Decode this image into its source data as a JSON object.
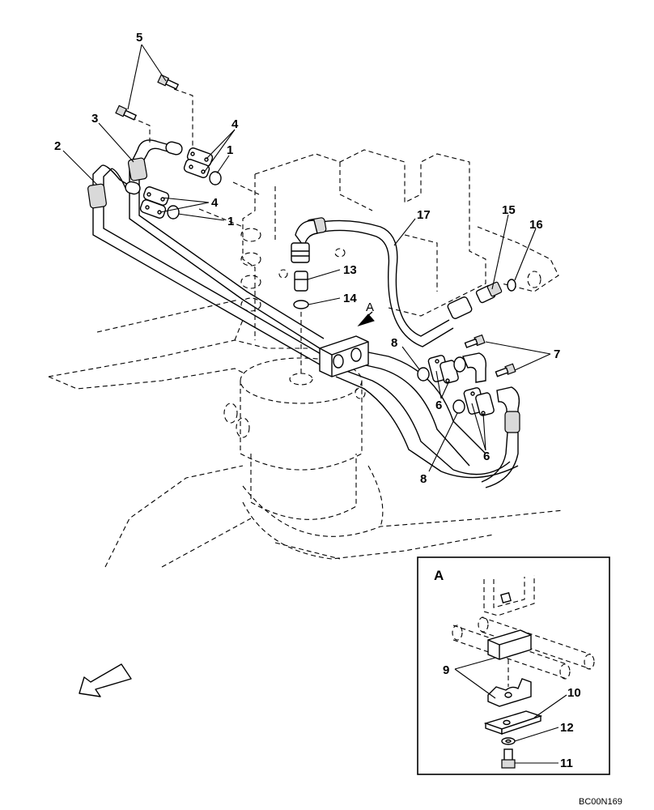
{
  "callouts": {
    "c1a": "1",
    "c1b": "1",
    "c2": "2",
    "c3": "3",
    "c4a": "4",
    "c4b": "4",
    "c5": "5",
    "c6a": "6",
    "c6b": "6",
    "c7": "7",
    "c8a": "8",
    "c8b": "8",
    "c9": "9",
    "c10": "10",
    "c11": "11",
    "c12": "12",
    "c13": "13",
    "c14": "14",
    "c15": "15",
    "c16": "16",
    "c17": "17",
    "view_arrow_label": "A",
    "detail_label": "A"
  },
  "drawing_code": "BC00N169"
}
